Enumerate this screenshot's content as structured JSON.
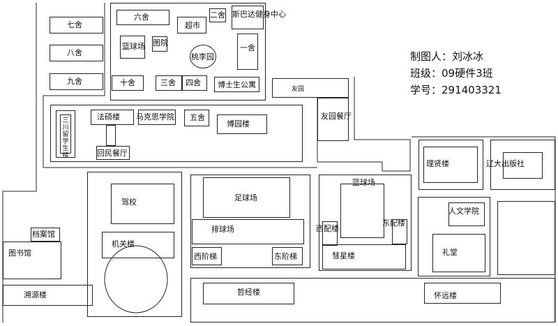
{
  "info": {
    "author": "制图人：刘冰冰",
    "class": "班级：09硬件3班",
    "student_id": "学号：291403321"
  },
  "labels": {
    "she7": "七舍",
    "she8": "八舍",
    "she9": "九舍",
    "she6": "六舍",
    "supermarket": "超市",
    "she2": "二舍",
    "gym": "斯巴达健身中心",
    "basketball_court_n": "篮球场",
    "library_small": "图院",
    "taoli_garden": "桃李园",
    "she1": "一舍",
    "she10": "十舍",
    "she3": "三舍",
    "she4": "四舍",
    "phd_apartment": "博士生公寓",
    "youyuan": "友园",
    "youyuan_canteen": "友园餐厅",
    "sanzhi_building": "三川留学生楼",
    "fashuo_building": "法硕楼",
    "marx_school": "马克思学院",
    "she5": "五舍",
    "boyuan_building": "博园楼",
    "hui_canteen": "回民餐厅",
    "lixian_building": "理贤楼",
    "lnu_press": "辽大出版社",
    "driving_school": "驾校",
    "football_field": "足球场",
    "volleyball_court": "排球场",
    "basketball_court_s": "篮球场",
    "west_annex": "西配楼",
    "east_annex": "东配楼",
    "huixing_building": "彗星楼",
    "humanities_school": "人文学院",
    "auditorium": "礼堂",
    "archives": "档案馆",
    "library": "图书馆",
    "admin_building": "机关楼",
    "west_stairs": "西阶梯",
    "east_stairs": "东阶梯",
    "suyuan_building": "溯源楼",
    "zhejing_building": "哲经楼",
    "huaiyuan_building": "怀远楼"
  }
}
